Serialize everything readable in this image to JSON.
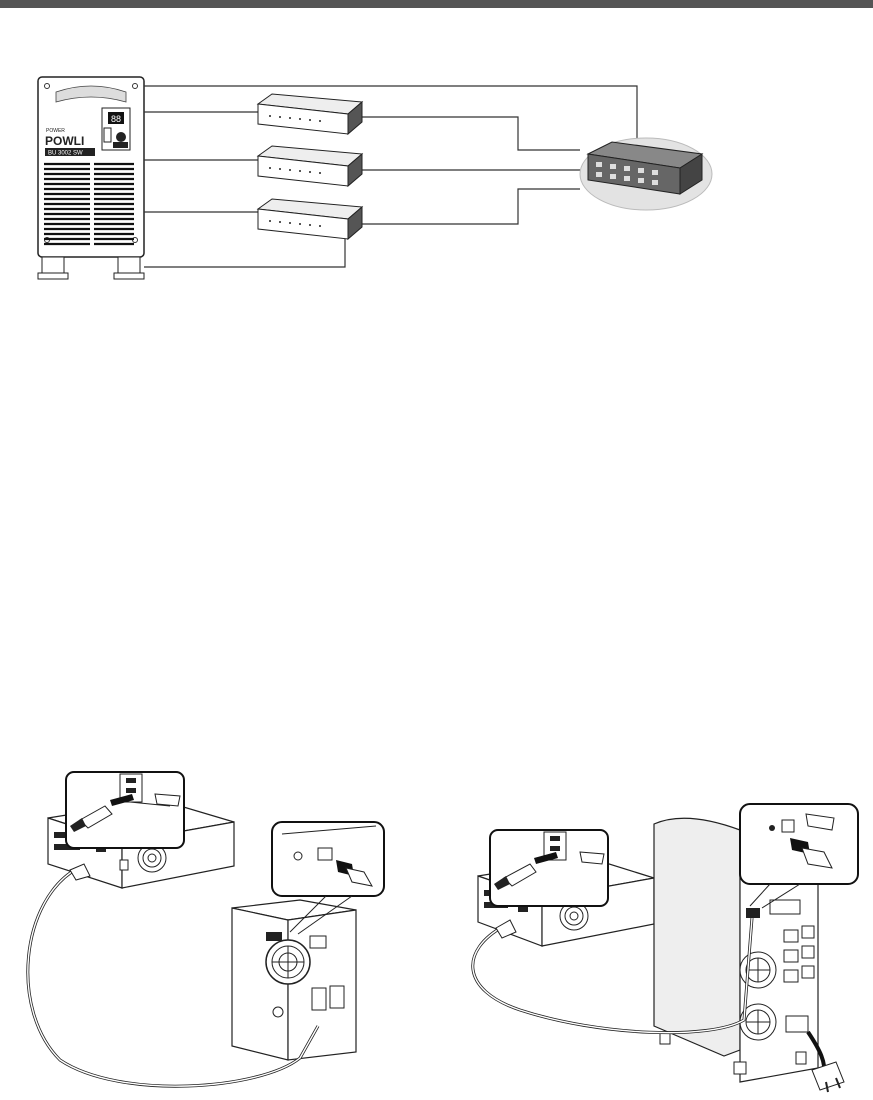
{
  "ups_front": {
    "brand_small": "POWER",
    "model_name": "POWLI",
    "model_tag": "BU 3002 SW",
    "display_digits": "88"
  },
  "colors": {
    "header_bar": "#555555",
    "line": "#333333",
    "switch_highlight": "#e3e3e3"
  },
  "icons": [
    "ups-tower-icon",
    "network-device-icon",
    "network-switch-icon",
    "computer-icon",
    "usb-cable-icon",
    "power-plug-icon",
    "cooling-fan-icon"
  ]
}
